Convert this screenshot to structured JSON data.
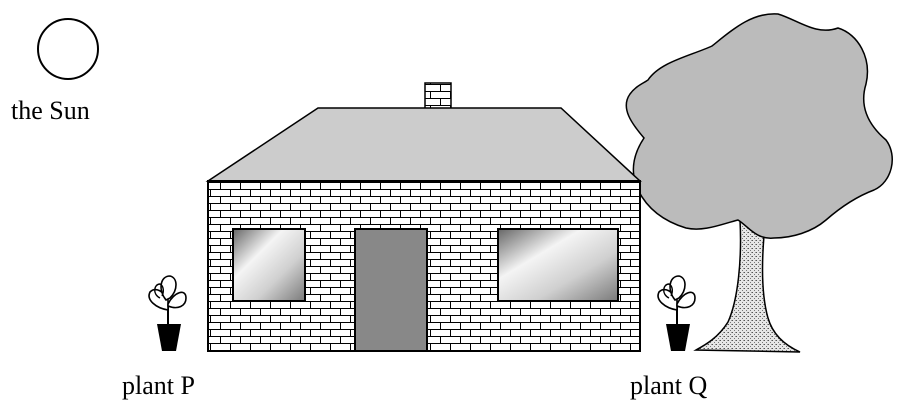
{
  "labels": {
    "sun": "the Sun",
    "plant_p": "plant P",
    "plant_q": "plant Q"
  },
  "colors": {
    "roof": "#cccccc",
    "tree_canopy": "#bbbbbb",
    "door": "#888888",
    "outline": "#000000"
  }
}
